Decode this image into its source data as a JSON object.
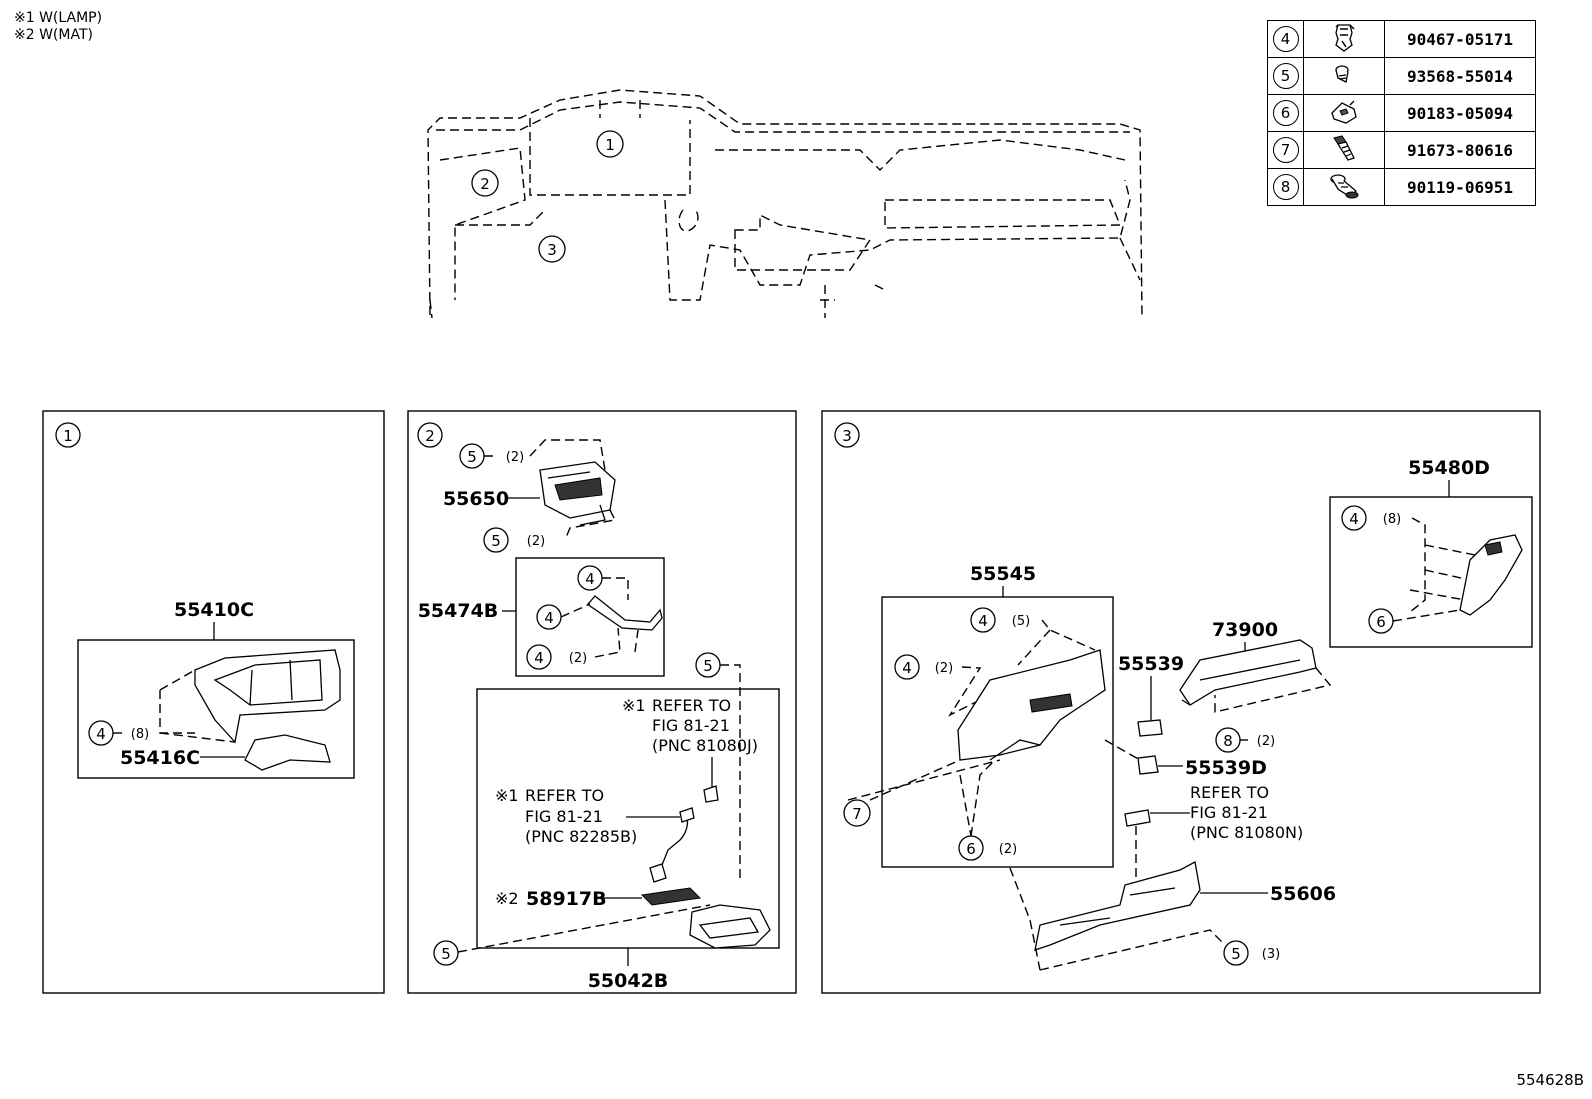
{
  "notes": [
    "※1 W(LAMP)",
    "※2 W(MAT)"
  ],
  "legend": [
    {
      "num": "4",
      "part": "90467-05171",
      "icon": "clip-icon"
    },
    {
      "num": "5",
      "part": "93568-55014",
      "icon": "screw-icon"
    },
    {
      "num": "6",
      "part": "90183-05094",
      "icon": "nut-clip-icon"
    },
    {
      "num": "7",
      "part": "91673-80616",
      "icon": "bolt-icon"
    },
    {
      "num": "8",
      "part": "90119-06951",
      "icon": "washer-bolt-icon"
    }
  ],
  "overview": {
    "callouts": [
      "1",
      "2",
      "3"
    ]
  },
  "panel1": {
    "label": "1",
    "parts": {
      "cluster_panel": "55410C",
      "cluster_sub": "55416C"
    },
    "fastener": {
      "num": "4",
      "qty": "(8)"
    }
  },
  "panel2": {
    "label": "2",
    "parts": {
      "switch_base": "55650",
      "bracket": "55474B",
      "lower_panel": "55042B",
      "mat": "58917B"
    },
    "mat_prefix": "※2",
    "fasteners": {
      "top": {
        "num": "5",
        "qty": "(2)"
      },
      "mid": {
        "num": "5",
        "qty": "(2)"
      },
      "br1": {
        "num": "4"
      },
      "br2": {
        "num": "4"
      },
      "br3": {
        "num": "4",
        "qty": "(2)"
      },
      "lp_top": {
        "num": "5"
      },
      "lp_left": {
        "num": "5"
      }
    },
    "ref1": {
      "prefix": "※1",
      "line1": "REFER TO",
      "line2": "FIG 81-21",
      "line3": "(PNC 81080J)"
    },
    "ref2": {
      "prefix": "※1",
      "line1": "REFER TO",
      "line2": "FIG 81-21",
      "line3": "(PNC 82285B)"
    }
  },
  "panel3": {
    "label": "3",
    "parts": {
      "glove_panel": "55545",
      "lock": "55539",
      "lock_sub": "55539D",
      "reinforce": "55606",
      "glove_door": "55480D",
      "damper": "73900"
    },
    "fasteners": {
      "a": {
        "num": "4",
        "qty": "(5)"
      },
      "b": {
        "num": "4",
        "qty": "(2)"
      },
      "c": {
        "num": "6",
        "qty": "(2)"
      },
      "d": {
        "num": "7"
      },
      "e": {
        "num": "4",
        "qty": "(8)"
      },
      "f": {
        "num": "6"
      },
      "g": {
        "num": "8",
        "qty": "(2)"
      },
      "h": {
        "num": "5",
        "qty": "(3)"
      }
    },
    "ref": {
      "line1": "REFER TO",
      "line2": "FIG 81-21",
      "line3": "(PNC 81080N)"
    }
  },
  "footer": "554628B"
}
